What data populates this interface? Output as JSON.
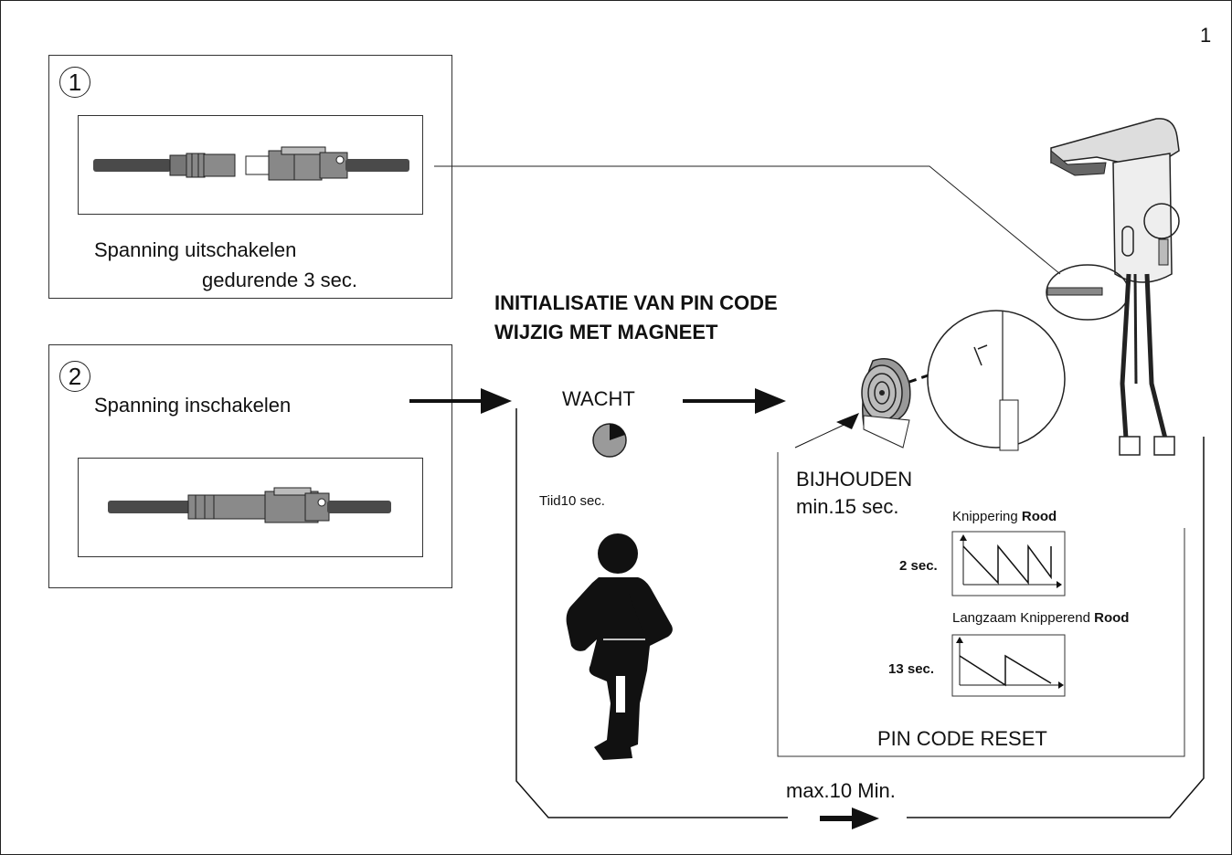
{
  "page_number": "1",
  "step1": {
    "number": "1",
    "line1": "Spanning uitschakelen",
    "line2": "gedurende 3 sec."
  },
  "step2": {
    "number": "2",
    "label": "Spanning inschakelen"
  },
  "heading": {
    "line1": "INITIALISATIE VAN PIN CODE",
    "line2": "WIJZIG MET MAGNEET"
  },
  "wait": {
    "label": "WACHT",
    "time": "Tiid10 sec."
  },
  "hold": {
    "line1": "BIJHOUDEN",
    "line2": "min.15 sec."
  },
  "signal1": {
    "label_prefix": "Knippering ",
    "label_bold": "Rood",
    "duration": "2 sec."
  },
  "signal2": {
    "label_prefix": "Langzaam Knipperend ",
    "label_bold": "Rood",
    "duration": "13 sec."
  },
  "result": "PIN CODE RESET",
  "timeout": "max.10 Min.",
  "colors": {
    "line": "#111111",
    "gray": "#9a9a9a",
    "dark": "#4a4a4a"
  }
}
